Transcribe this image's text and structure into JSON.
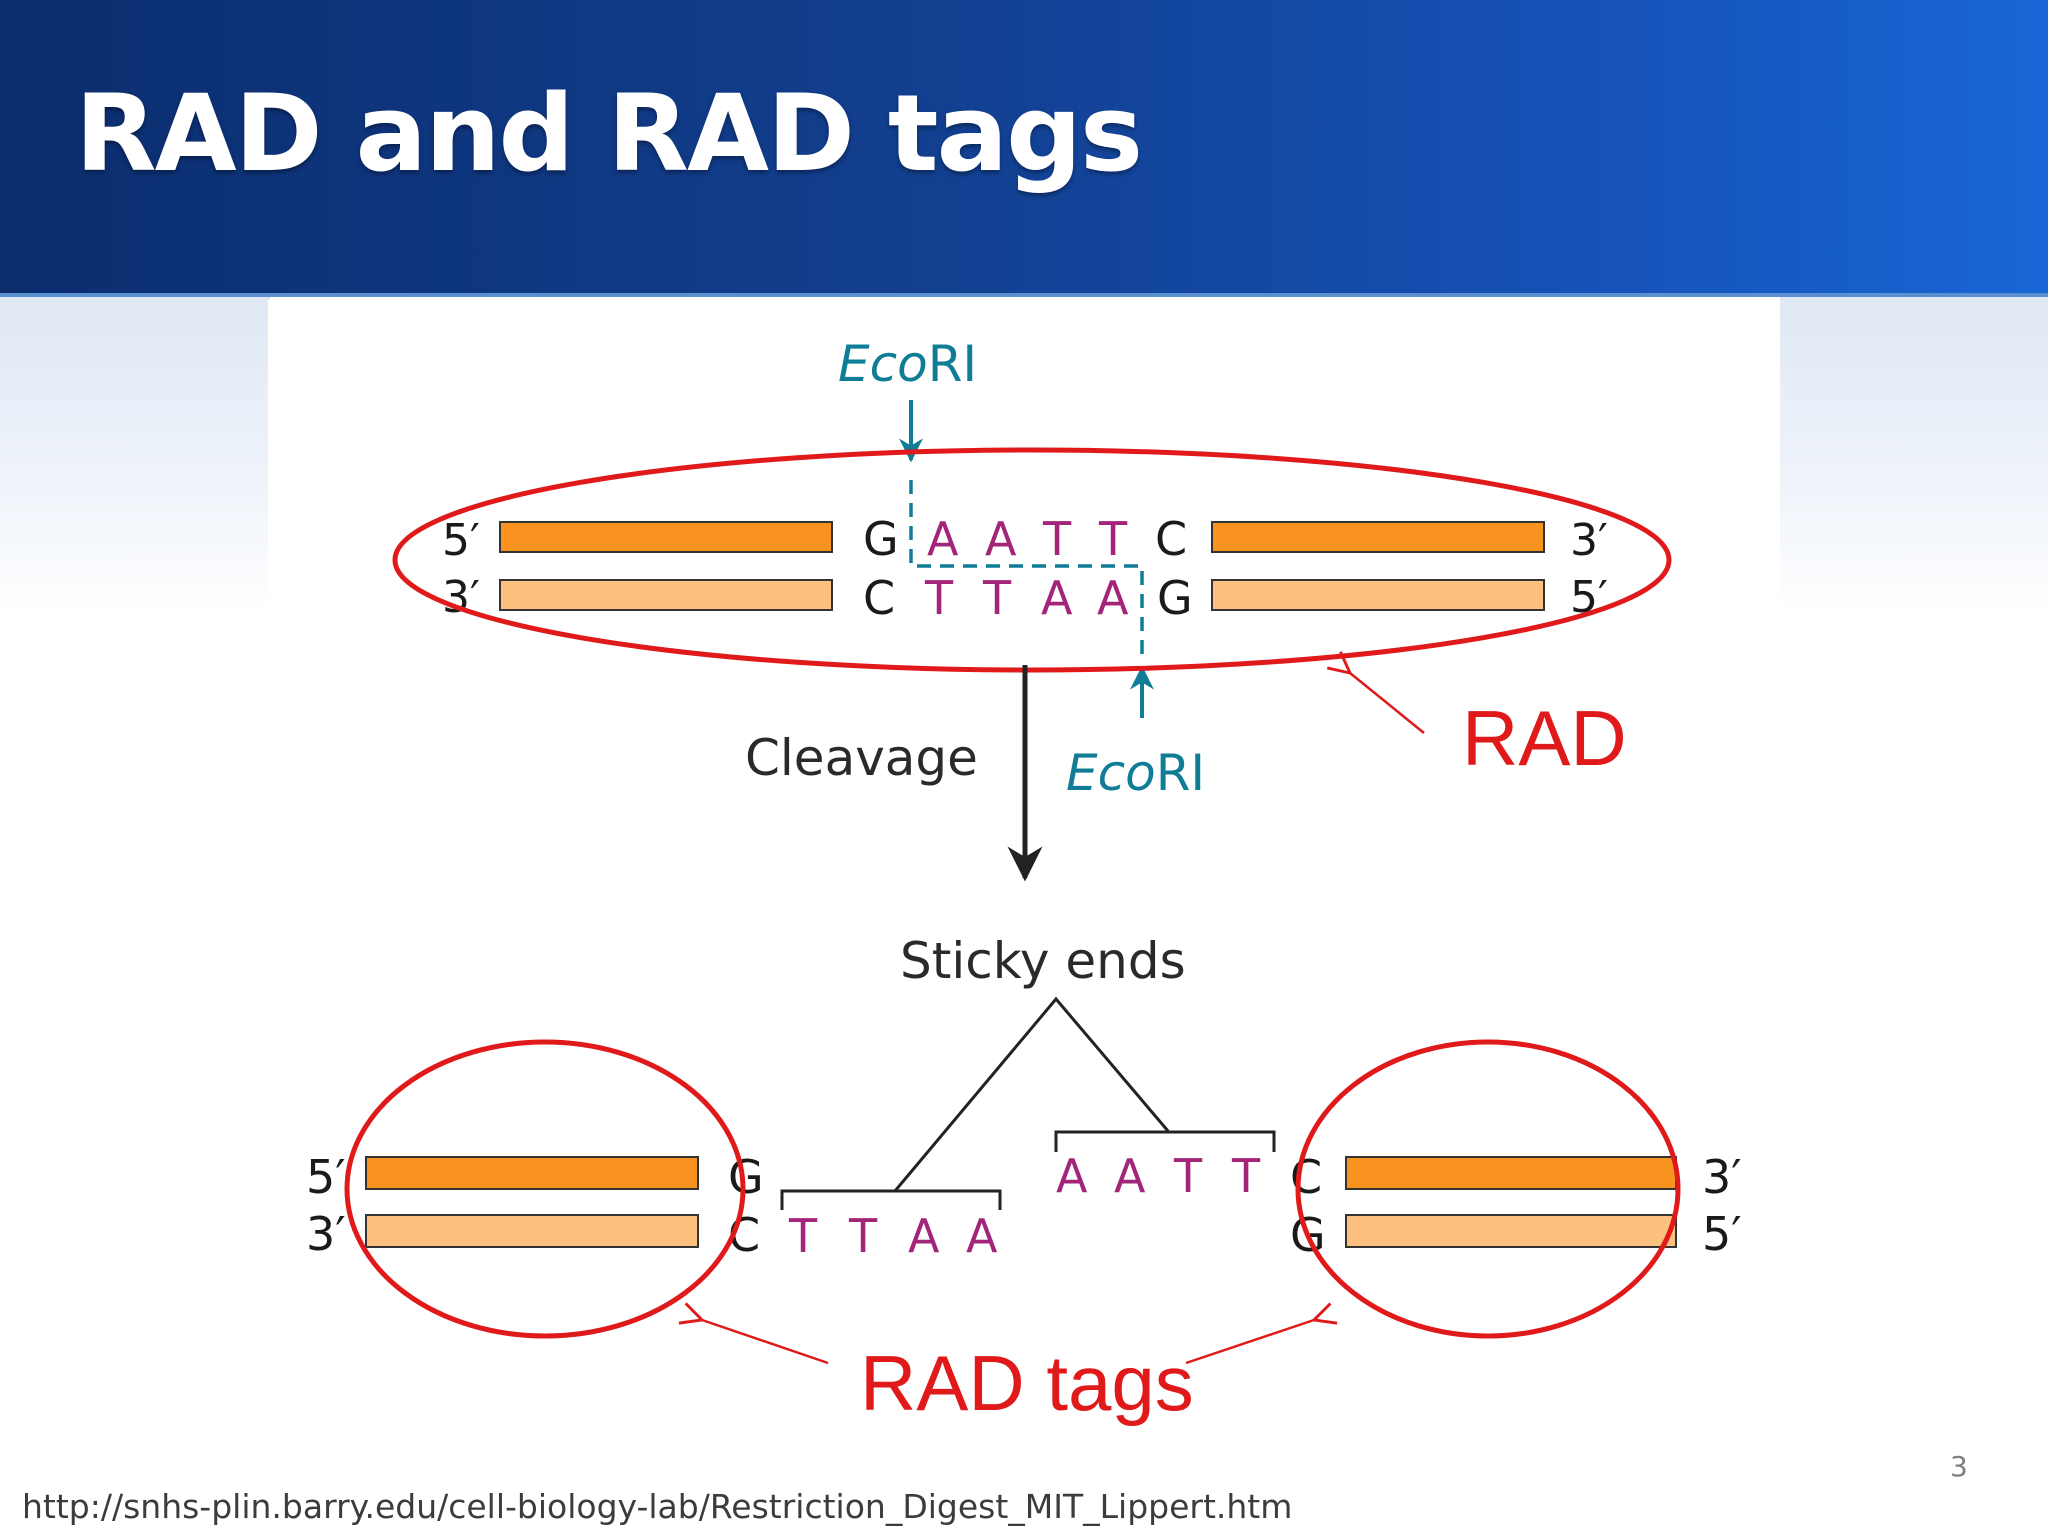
{
  "slide": {
    "title": "RAD and RAD tags",
    "source_url": "http://snhs-plin.barry.edu/cell-biology-lab/Restriction_Digest_MIT_Lippert.htm",
    "page_number": "3"
  },
  "colors": {
    "header_dark": "#0b2d6e",
    "header_light": "#1866d6",
    "strand_dark": "#f7931e",
    "strand_light": "#fcc07f",
    "site_base": "#a3257a",
    "enzyme": "#0f7d95",
    "annotation": "#e01a1a"
  },
  "diagram": {
    "enzyme_label": "EcoRI",
    "enzyme_label_italic": "Eco",
    "enzyme_label_plain": "RI",
    "cleavage_label": "Cleavage",
    "sticky_ends_label": "Sticky ends",
    "ends": {
      "p5": "5′",
      "p3": "3′"
    },
    "top_strand": {
      "left": "G",
      "site": [
        "A",
        "A",
        "T",
        "T"
      ],
      "right": "C"
    },
    "bottom_strand": {
      "left": "C",
      "site": [
        "T",
        "T",
        "A",
        "A"
      ],
      "right": "G"
    },
    "left_fragment": {
      "top_base": "G",
      "bottom_base": "C",
      "overhang": [
        "T",
        "T",
        "A",
        "A"
      ]
    },
    "right_fragment": {
      "top_base": "C",
      "bottom_base": "G",
      "overhang": [
        "A",
        "A",
        "T",
        "T"
      ]
    }
  },
  "annotations": {
    "rad_label": "RAD",
    "rad_tags_label": "RAD tags"
  }
}
